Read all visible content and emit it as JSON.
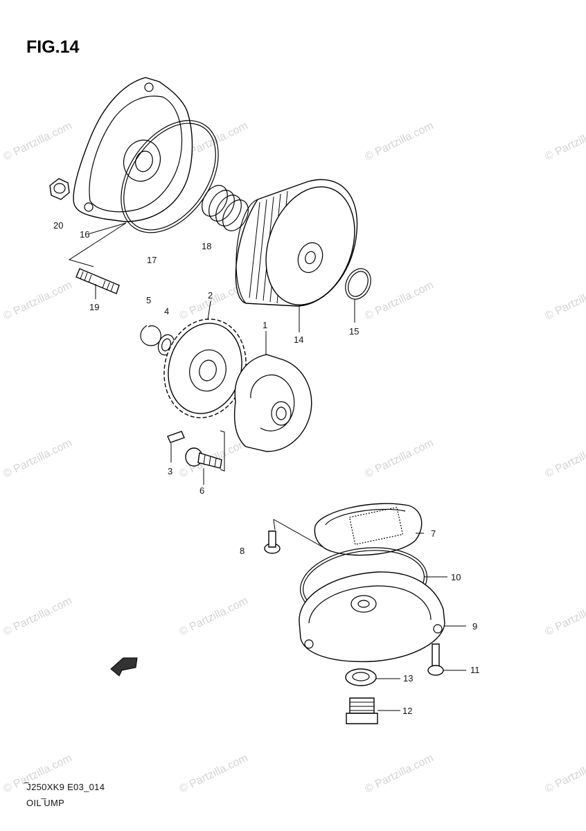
{
  "figure": {
    "title": "FIG.14"
  },
  "watermark": "© Partzilla.com",
  "footer": {
    "model_code": "̅J250XK9 E03_014",
    "section_name": "OIL ̅UMP"
  },
  "callouts": [
    "1",
    "2",
    "3",
    "4",
    "5",
    "6",
    "7",
    "8",
    "9",
    "10",
    "11",
    "12",
    "13",
    "14",
    "15",
    "16",
    "17",
    "18",
    "19",
    "20"
  ],
  "icons": [
    "fwd-arrow-icon"
  ],
  "colors": {
    "ink": "#000000",
    "watermark": "#d3d3d3",
    "background": "#ffffff"
  }
}
